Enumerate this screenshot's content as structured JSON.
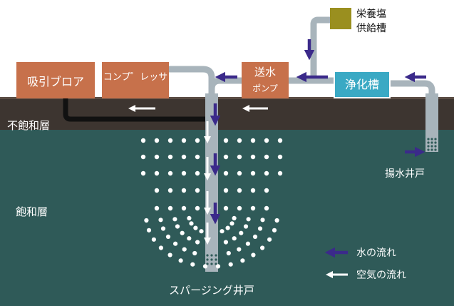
{
  "labels": {
    "nutrient_tank_line1": "栄養塩",
    "nutrient_tank_line2": "供給槽",
    "suction_blower": "吸引ブロア",
    "compressor": "コンプ゜レッサ",
    "feed_pump_line1": "送水",
    "feed_pump_line2": "ポンプ",
    "purification_tank": "浄化槽",
    "unsaturated_zone": "不飽和層",
    "saturated_zone": "飽和層",
    "pumping_well": "揚水井戸",
    "sparging_well": "スパージング井戸"
  },
  "legend": {
    "water_flow": "水の流れ",
    "air_flow": "空気の流れ"
  },
  "colors": {
    "sky": "#ffffff",
    "unsaturated_soil": "#3d3530",
    "saturated_soil": "#2f5a58",
    "unit_box": "#c7714b",
    "purification_tank": "#3aa9c4",
    "nutrient_tank": "#9a8f1f",
    "pipe": "#a8b4bb",
    "water_arrow": "#3b2a8a",
    "air_arrow": "#ffffff"
  }
}
